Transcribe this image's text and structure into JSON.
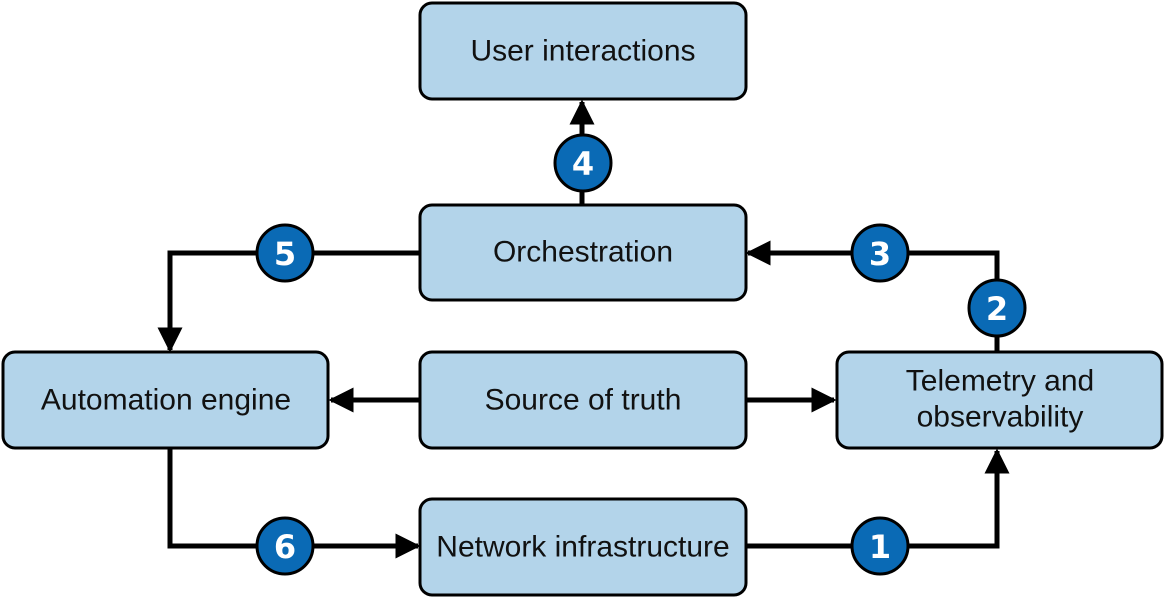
{
  "diagram": {
    "nodes": {
      "user_interactions": "User interactions",
      "orchestration": "Orchestration",
      "automation_engine": "Automation engine",
      "source_of_truth": "Source of truth",
      "telemetry_line1": "Telemetry and",
      "telemetry_line2": "observability",
      "network_infrastructure": "Network infrastructure"
    },
    "steps": [
      "1",
      "2",
      "3",
      "4",
      "5",
      "6"
    ]
  },
  "colors": {
    "box_fill": "#b3d4ea",
    "badge_fill": "#0a6ab5",
    "line": "#000000"
  }
}
